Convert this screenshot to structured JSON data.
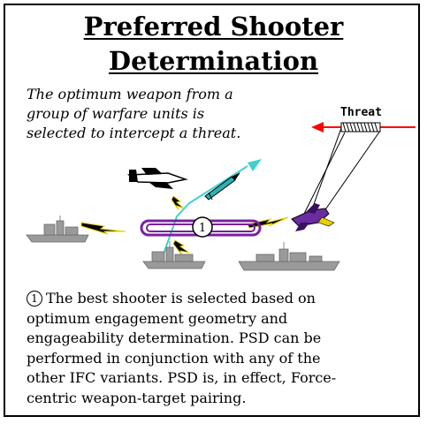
{
  "title": {
    "line1": "Preferred Shooter",
    "line2": "Determination"
  },
  "intro": {
    "line1": "The optimum weapon from a",
    "line2": "group of warfare units is",
    "line3": "selected to intercept a threat."
  },
  "threat_label": "Threat",
  "marker_number": "1",
  "description": {
    "marker": "1",
    "line1": "The best shooter is selected based on",
    "line2": "optimum engagement geometry and",
    "line3": "engageability determination.  PSD can be",
    "line4": "performed in conjunction with any of the",
    "line5": "other IFC variants.  PSD is, in effect, Force-",
    "line6": "centric weapon-target pairing."
  },
  "colors": {
    "threat_arrow": "#ff0000",
    "missile_path": "#40d0d0",
    "network_ring": "#7a1fa0",
    "data_link": "#e8d000",
    "ship_gray": "#9a9a9a"
  }
}
